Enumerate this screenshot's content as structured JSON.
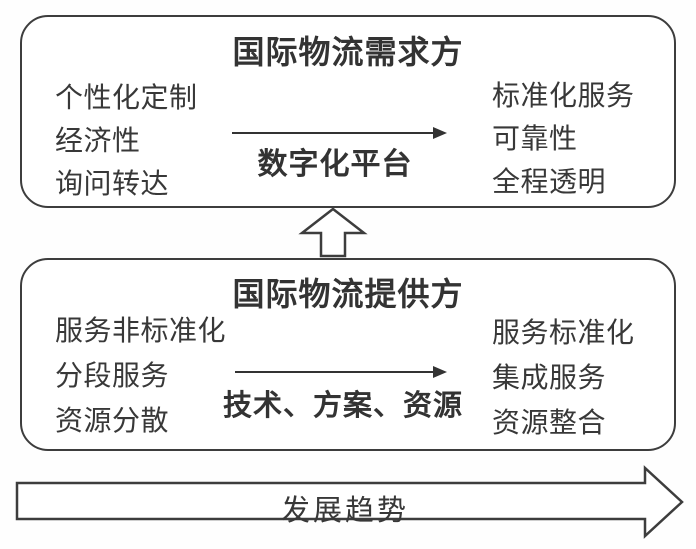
{
  "palette": {
    "line": "#3d3d3d",
    "text": "#383838",
    "background": "#ffffff"
  },
  "demand_box": {
    "title": "国际物流需求方",
    "left_items": [
      "个性化定制",
      "经济性",
      "询问转达"
    ],
    "arrow_label": "数字化平台",
    "right_items": [
      "标准化服务",
      "可靠性",
      "全程透明"
    ]
  },
  "provider_box": {
    "title": "国际物流提供方",
    "left_items": [
      "服务非标准化",
      "分段服务",
      "资源分散"
    ],
    "arrow_label": "技术、方案、资源",
    "right_items": [
      "服务标准化",
      "集成服务",
      "资源整合"
    ]
  },
  "trend_arrow": {
    "label": "发展趋势"
  },
  "icons": {
    "demand_transform_arrow": "right-arrow",
    "provider_transform_arrow": "right-arrow",
    "upgrade_arrow": "up-block-arrow",
    "trend_arrow": "right-block-arrow"
  }
}
